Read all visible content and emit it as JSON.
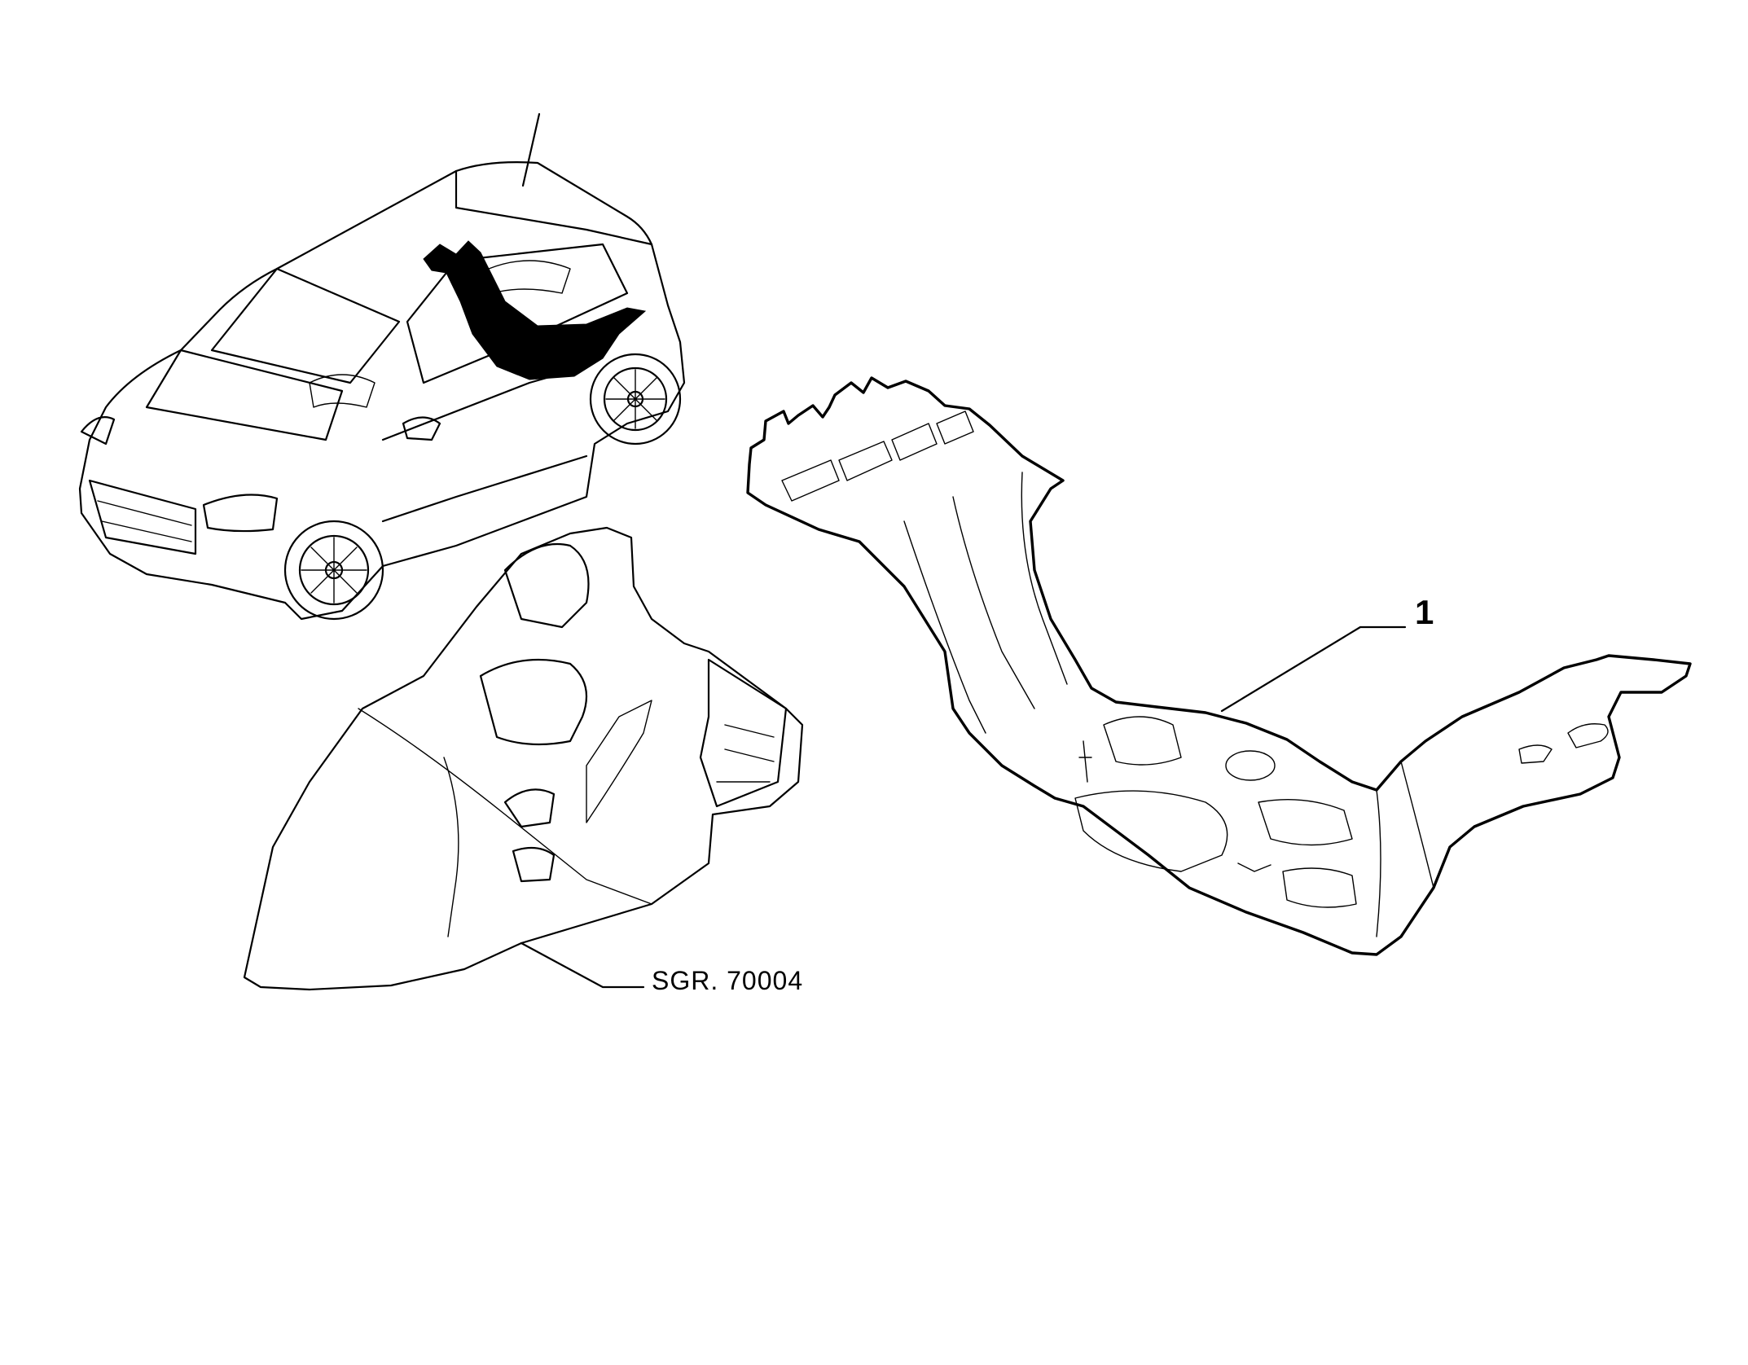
{
  "diagram": {
    "callouts": [
      {
        "id": "part-1",
        "label": "1"
      },
      {
        "id": "ref-group",
        "label": "SGR. 70004"
      }
    ],
    "colors": {
      "ink": "#000000",
      "paper": "#ffffff"
    }
  }
}
